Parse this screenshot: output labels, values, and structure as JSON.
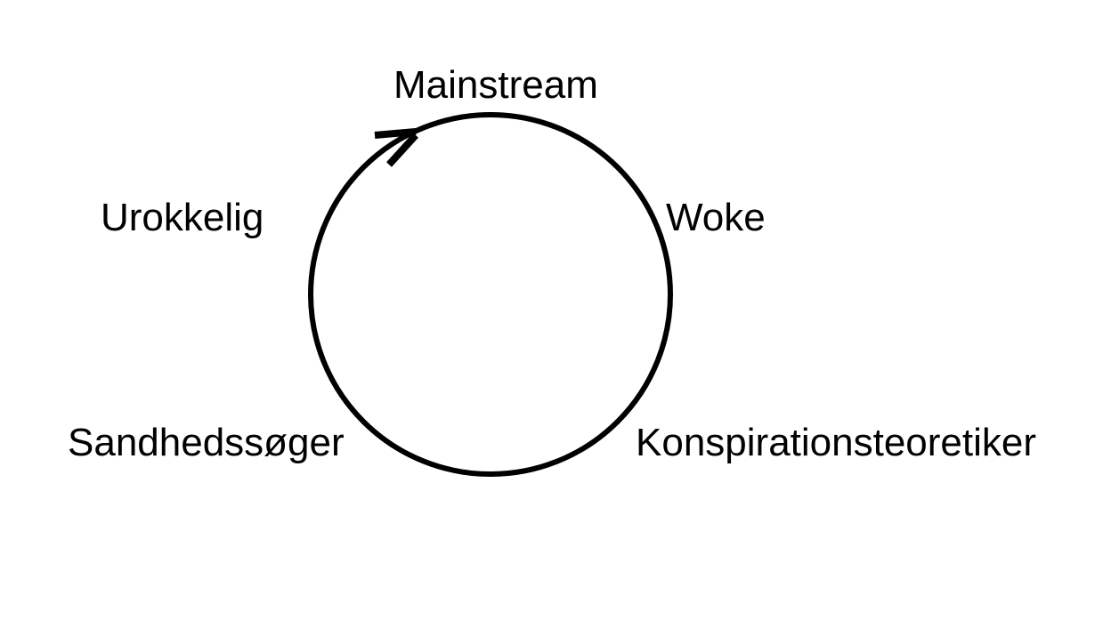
{
  "diagram": {
    "type": "cycle",
    "direction": "clockwise",
    "stroke_color": "#000000",
    "labels": {
      "mainstream": "Mainstream",
      "woke": "Woke",
      "konspiration": "Konspirationsteoretiker",
      "sandhed": "Sandhedssøger",
      "urokkelig": "Urokkelig"
    }
  }
}
